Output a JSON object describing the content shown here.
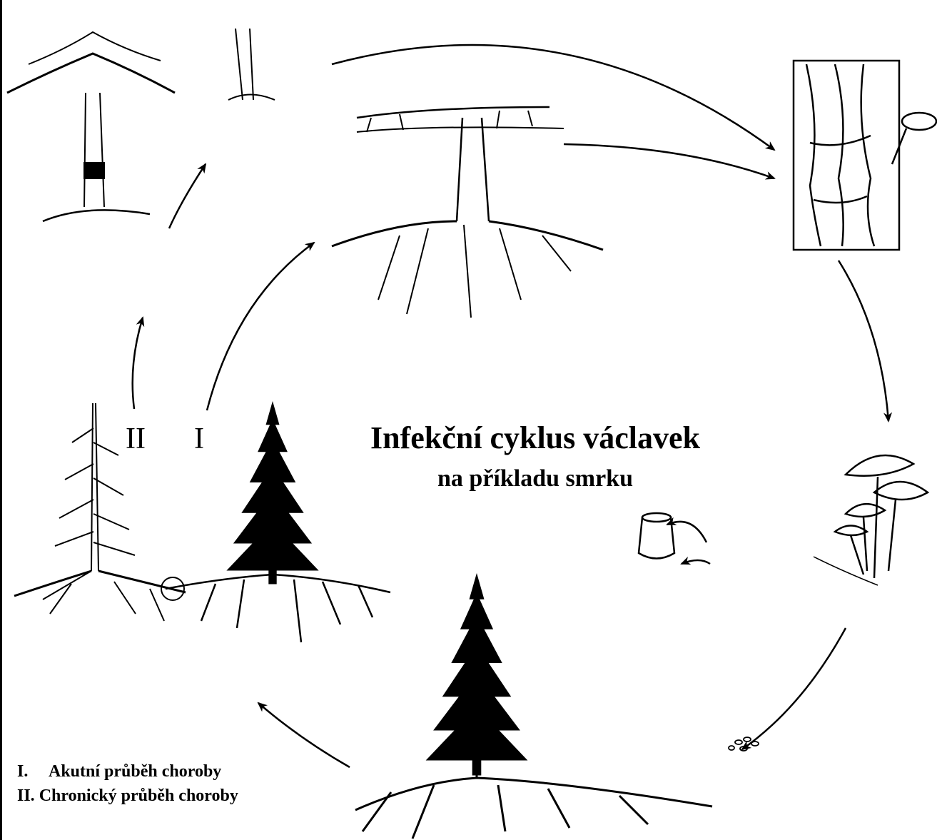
{
  "title": "Infekční cyklus václavek",
  "subtitle": "na příkladu smrku",
  "branch_labels": {
    "chronic": "II",
    "acute": "I"
  },
  "legend": [
    {
      "key": "I.",
      "text": "Akutní průběh choroby"
    },
    {
      "key": "II.",
      "text": "Chronický průběh choroby"
    }
  ],
  "colors": {
    "ink": "#000000",
    "background": "#ffffff"
  },
  "stages": [
    "healthy-spruce-with-roots",
    "spruce-with-root-contact-infection",
    "dying-spruce-with-infected-roots",
    "rhizomorphs-under-bark",
    "honey-fungus-fruiting-bodies",
    "spores-to-stump-and-young-spruce",
    "broken-tree-chronic-decay"
  ]
}
